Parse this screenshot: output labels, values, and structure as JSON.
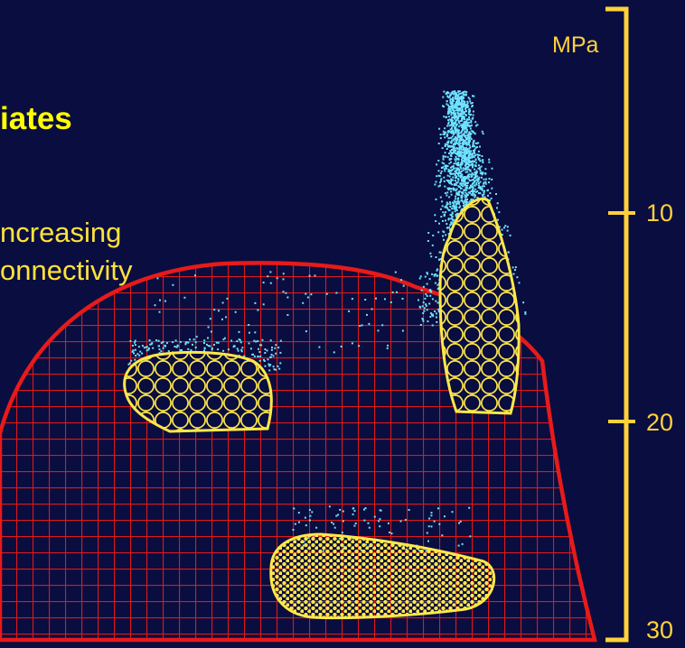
{
  "title": "iates",
  "annotation": {
    "line1": "ncreasing",
    "line2": "onnectivity"
  },
  "scale": {
    "unit": "MPa",
    "ticks": [
      "10",
      "20",
      "30"
    ]
  },
  "colors": {
    "background": "#0a0d3f",
    "dome": "#e81a1a",
    "bodies": "#ffe84a",
    "scale": "#ffd23a",
    "specks": "#6ee3ff"
  }
}
